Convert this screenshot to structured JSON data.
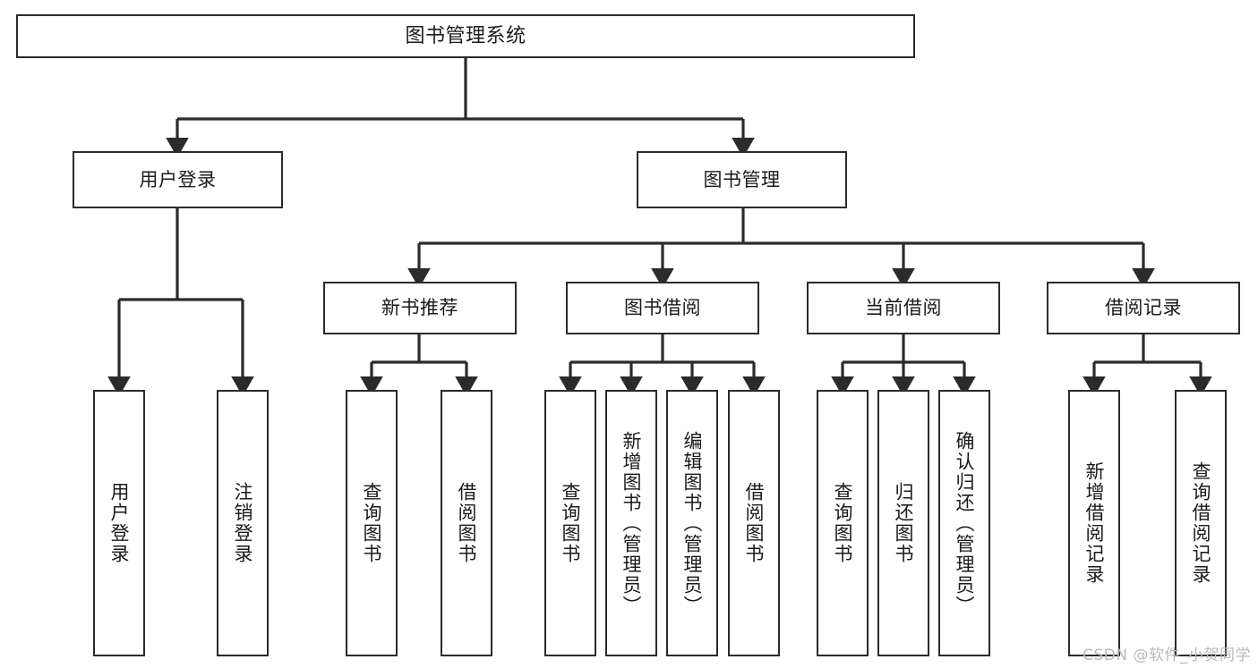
{
  "diagram": {
    "title": "图书管理系统",
    "type": "tree",
    "colors": {
      "stroke": "#2b2b2b",
      "box_fill": "#ffffff",
      "text": "#1a1a1a",
      "background": "#ffffff",
      "watermark": "#b9b9b9"
    },
    "root": {
      "id": "root",
      "label": "图书管理系统"
    },
    "level2": [
      {
        "id": "user-login",
        "label": "用户登录"
      },
      {
        "id": "book-manage",
        "label": "图书管理"
      }
    ],
    "level3": [
      {
        "id": "new-book-recommend",
        "label": "新书推荐"
      },
      {
        "id": "book-borrow",
        "label": "图书借阅"
      },
      {
        "id": "current-borrow",
        "label": "当前借阅"
      },
      {
        "id": "borrow-record",
        "label": "借阅记录"
      }
    ],
    "leaves": {
      "user_login": [
        {
          "id": "leaf-user-login",
          "label": "用户登录"
        },
        {
          "id": "leaf-logout-login",
          "label": "注销登录"
        }
      ],
      "new_book_recommend": [
        {
          "id": "leaf-query-book-1",
          "label": "查询图书"
        },
        {
          "id": "leaf-borrow-book-1",
          "label": "借阅图书"
        }
      ],
      "book_borrow": [
        {
          "id": "leaf-query-book-2",
          "label": "查询图书"
        },
        {
          "id": "leaf-add-book",
          "label": "新增图书（管理员）"
        },
        {
          "id": "leaf-edit-book",
          "label": "编辑图书（管理员）"
        },
        {
          "id": "leaf-borrow-book-2",
          "label": "借阅图书"
        }
      ],
      "current_borrow": [
        {
          "id": "leaf-query-book-3",
          "label": "查询图书"
        },
        {
          "id": "leaf-return-book",
          "label": "归还图书"
        },
        {
          "id": "leaf-confirm-return",
          "label": "确认归还（管理员）"
        }
      ],
      "borrow_record": [
        {
          "id": "leaf-add-record",
          "label": "新增借阅记录"
        },
        {
          "id": "leaf-query-record",
          "label": "查询借阅记录"
        }
      ]
    },
    "watermark": "CSDN @软件_小贺同学"
  }
}
